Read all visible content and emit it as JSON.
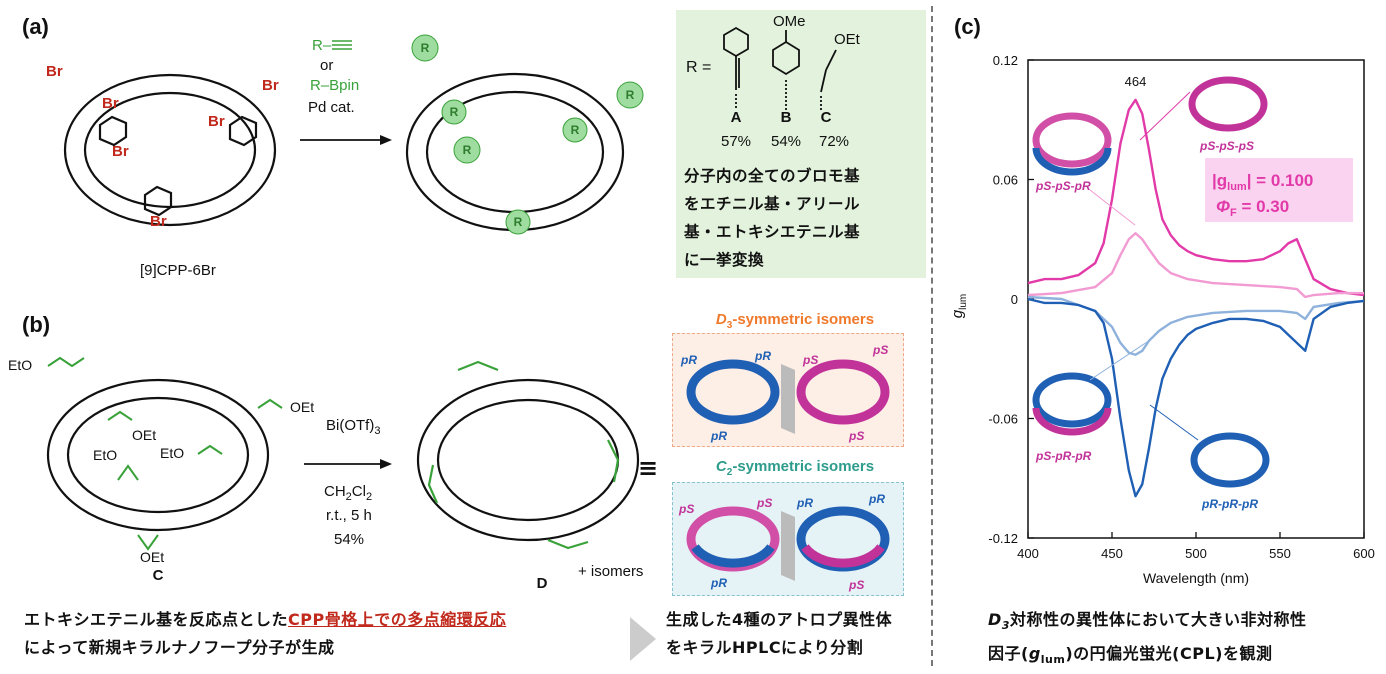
{
  "panels": {
    "a_label": "(a)",
    "b_label": "(b)",
    "c_label": "(c)"
  },
  "panel_a": {
    "br": "Br",
    "start_name": "[9]CPP-6Br",
    "reagent_1": "R–",
    "reagent_or": "or",
    "reagent_2": "R–Bpin",
    "catalyst": "Pd cat.",
    "r_label": "R",
    "box": {
      "r_eq": "R =",
      "ome": "OMe",
      "oet": "OEt",
      "labels": [
        "A",
        "B",
        "C"
      ],
      "yields": [
        "57%",
        "54%",
        "72%"
      ],
      "text_lines": [
        "分子内の全てのブロモ基",
        "をエチニル基・アリール",
        "基・エトキシエテニル基",
        "に一挙変換"
      ]
    },
    "colors": {
      "br": "#c0291c",
      "green": "#3aa23a",
      "box_bg": "#e2f2dc"
    }
  },
  "panel_b": {
    "eto": "EtO",
    "oet": "OEt",
    "start_label": "C",
    "product_label": "D",
    "isomers_note": "+ isomers",
    "reagent": "Bi(OTf)",
    "reagent_sub": "3",
    "solvent": "CH",
    "solvent_sub": "2",
    "solvent_tail": "Cl",
    "solvent_sub2": "2",
    "conditions": "r.t., 5 h",
    "yield": "54%",
    "equiv_symbol": "≡",
    "d3_title_prefix": "D",
    "d3_title_sub": "3",
    "d3_title_suffix": "-symmetric isomers",
    "c2_title_prefix": "C",
    "c2_title_sub": "2",
    "c2_title_suffix": "-symmetric isomers",
    "pr": "pR",
    "ps": "pS",
    "caption_left_1a": "エトキシエテニル基を反応点とした",
    "caption_left_1b": "CPP骨格上での多点縮環反応",
    "caption_left_2": "によって新規キラルナノフープ分子が生成",
    "caption_mid_1": "生成した4種のアトロプ異性体",
    "caption_mid_2": "をキラルHPLCにより分割",
    "colors": {
      "d3": "#f07a2c",
      "c2": "#2e9c8c",
      "highlight": "#c0291c"
    }
  },
  "panel_c": {
    "caption_1a": "D",
    "caption_1b": "3",
    "caption_1c": "対称性の異性体において大きい非対称性",
    "caption_2a": "因子(",
    "caption_2b": "g",
    "caption_2c": "lum",
    "caption_2d": ")の円偏光蛍光(CPL)を観測",
    "annot_glum_a": "|g",
    "annot_glum_b": "lum",
    "annot_glum_c": "| = 0.100",
    "annot_phi_a": "Φ",
    "annot_phi_b": "F",
    "annot_phi_c": " = 0.30",
    "isomer_labels": [
      "pS-pS-pS",
      "pS-pS-pR",
      "pS-pR-pR",
      "pR-pR-pR"
    ],
    "colors": {
      "magenta": "#e23aa8",
      "pink": "#f29ad2",
      "blue": "#1f5fb4",
      "lightblue": "#8fb2dc",
      "annot_bg": "#f9d3ef"
    }
  },
  "chart_data": {
    "type": "line",
    "title": "",
    "xlabel": "Wavelength (nm)",
    "ylabel": "g",
    "ylabel_sub": "lum",
    "xlim": [
      400,
      600
    ],
    "ylim": [
      -0.12,
      0.12
    ],
    "x_ticks": [
      400,
      450,
      500,
      550,
      600
    ],
    "y_ticks": [
      0.12,
      0.06,
      0,
      -0.06,
      -0.12
    ],
    "y_tick_labels": [
      "0.12",
      "0.06",
      "0",
      "-0.06",
      "-0.12"
    ],
    "peak_annotation": {
      "x": 464,
      "y": 0.1,
      "label": "464"
    },
    "grid": false,
    "series": [
      {
        "name": "pS-pS-pS",
        "color": "#e23aa8",
        "x": [
          400,
          410,
          420,
          430,
          440,
          445,
          450,
          455,
          460,
          464,
          468,
          472,
          476,
          480,
          485,
          490,
          495,
          500,
          510,
          520,
          530,
          540,
          550,
          555,
          560,
          565,
          570,
          580,
          590,
          600
        ],
        "y": [
          0.008,
          0.01,
          0.01,
          0.012,
          0.018,
          0.028,
          0.05,
          0.078,
          0.095,
          0.1,
          0.093,
          0.075,
          0.055,
          0.04,
          0.032,
          0.027,
          0.024,
          0.022,
          0.02,
          0.019,
          0.019,
          0.02,
          0.024,
          0.028,
          0.03,
          0.02,
          0.01,
          0.005,
          0.003,
          0.002
        ]
      },
      {
        "name": "pS-pS-pR",
        "color": "#f29ad2",
        "x": [
          400,
          420,
          440,
          450,
          455,
          460,
          464,
          468,
          472,
          478,
          485,
          495,
          510,
          530,
          550,
          560,
          565,
          570,
          585,
          600
        ],
        "y": [
          0.002,
          0.003,
          0.006,
          0.013,
          0.022,
          0.03,
          0.033,
          0.03,
          0.025,
          0.018,
          0.013,
          0.01,
          0.008,
          0.007,
          0.006,
          0.005,
          0.001,
          0.002,
          0.003,
          0.003
        ]
      },
      {
        "name": "pS-pR-pR",
        "color": "#8fb2dc",
        "x": [
          400,
          420,
          440,
          450,
          455,
          460,
          464,
          468,
          472,
          478,
          485,
          495,
          510,
          530,
          550,
          560,
          565,
          570,
          585,
          600
        ],
        "y": [
          0.001,
          0.0,
          -0.006,
          -0.014,
          -0.022,
          -0.027,
          -0.028,
          -0.026,
          -0.021,
          -0.016,
          -0.012,
          -0.009,
          -0.007,
          -0.006,
          -0.006,
          -0.007,
          -0.01,
          -0.004,
          -0.002,
          -0.001
        ]
      },
      {
        "name": "pR-pR-pR",
        "color": "#1f5fb4",
        "x": [
          400,
          410,
          420,
          430,
          440,
          445,
          450,
          455,
          460,
          464,
          468,
          472,
          476,
          480,
          485,
          490,
          495,
          500,
          510,
          520,
          530,
          540,
          550,
          555,
          560,
          565,
          570,
          580,
          590,
          600
        ],
        "y": [
          0.0,
          -0.002,
          -0.002,
          -0.003,
          -0.006,
          -0.012,
          -0.03,
          -0.06,
          -0.086,
          -0.099,
          -0.093,
          -0.075,
          -0.055,
          -0.04,
          -0.03,
          -0.023,
          -0.018,
          -0.015,
          -0.012,
          -0.01,
          -0.01,
          -0.011,
          -0.014,
          -0.018,
          -0.022,
          -0.026,
          -0.01,
          -0.004,
          -0.002,
          -0.001
        ]
      }
    ]
  }
}
